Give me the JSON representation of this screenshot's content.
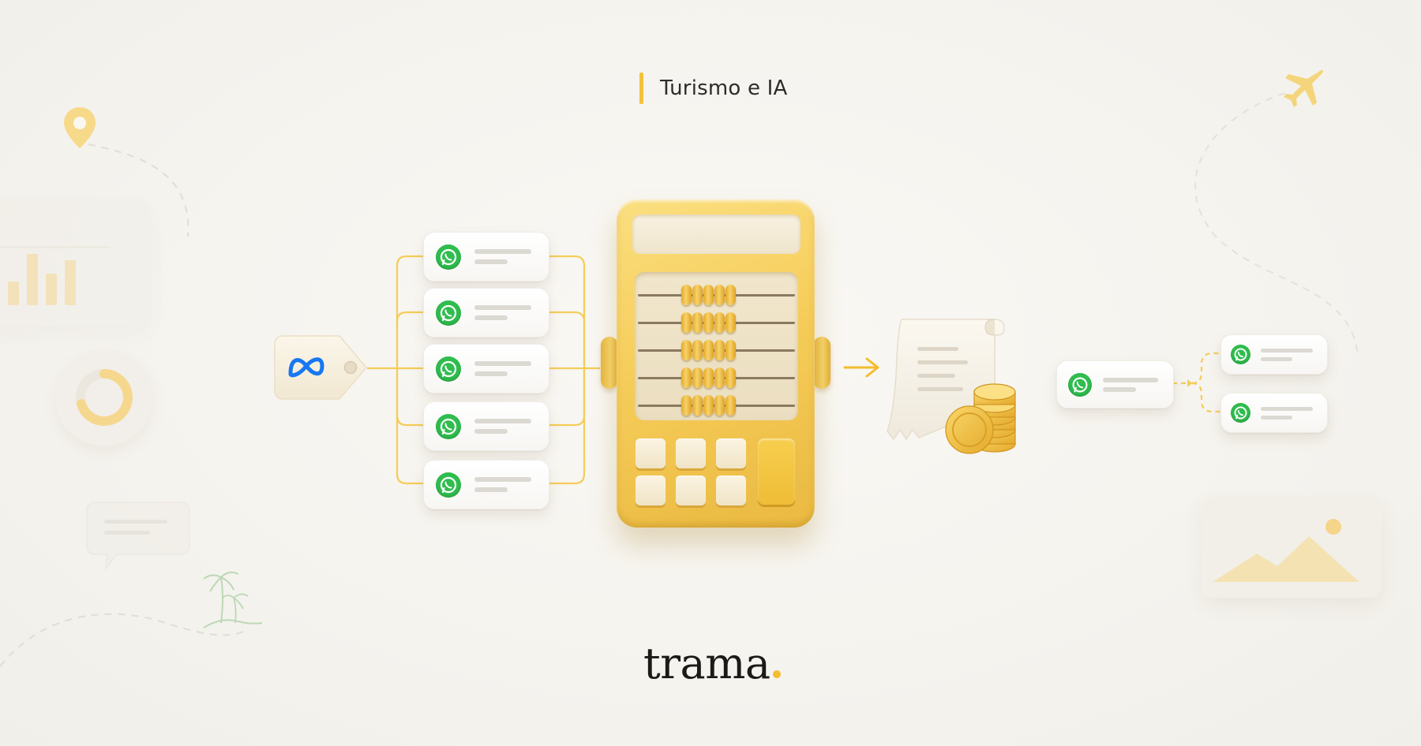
{
  "header": {
    "tag_text": "Turismo e IA"
  },
  "logo": {
    "wordmark": "trama"
  },
  "diagram": {
    "source_icon": "meta-logo-icon",
    "message_icon": "whatsapp-icon",
    "center_icon": "calculator-abacus-icon",
    "result_icon": "receipt-with-coins-icon",
    "left_message_count": 5,
    "right_message_count": 3
  },
  "background_icons": [
    "location-pin-icon",
    "bar-chart-card-icon",
    "donut-chart-icon",
    "chat-bubble-icon",
    "palm-tree-island-icon",
    "airplane-icon",
    "image-placeholder-card-icon"
  ],
  "colors": {
    "background": "#f6f4ef",
    "accent_yellow": "#f2c23a",
    "whatsapp_green": "#2fbd4e",
    "meta_blue": "#1877f2",
    "text_dark": "#1c1a18"
  }
}
